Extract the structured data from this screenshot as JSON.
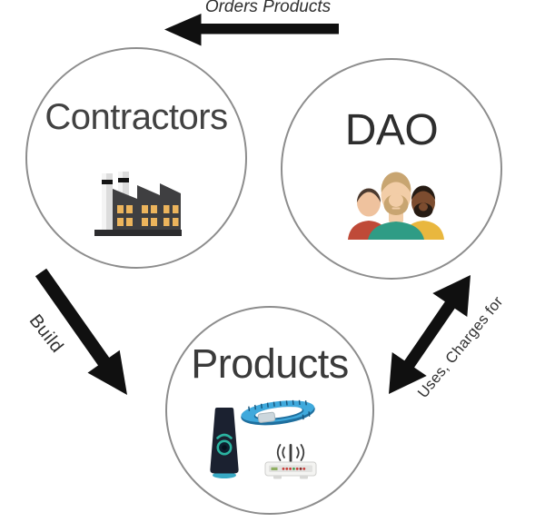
{
  "diagram": {
    "title": "DAO ecosystem diagram",
    "background": "#ffffff",
    "circle_border_color": "#8d8d8d",
    "arrow_color": "#101010",
    "nodes": {
      "contractors": {
        "label": "Contractors",
        "icon": "factory-icon"
      },
      "dao": {
        "label": "DAO",
        "icon": "team-icon"
      },
      "products": {
        "label": "Products",
        "icons": [
          "smart-speaker-icon",
          "wristband-icon",
          "router-icon"
        ]
      }
    },
    "edges": {
      "orders": {
        "label": "Orders Products",
        "style": "single-headed",
        "points_to": "contractors"
      },
      "build": {
        "label": "Build",
        "style": "single-headed",
        "points_to": "products"
      },
      "uses": {
        "label": "Uses, Charges for",
        "style": "double-headed",
        "between": [
          "products",
          "dao"
        ]
      }
    },
    "icon_palette": {
      "factory_body": "#3f3f41",
      "factory_window": "#ecb45c",
      "factory_chimney": "#dcdcdc",
      "shirt_left": "#bf4a38",
      "shirt_center": "#2f9c85",
      "shirt_right": "#e9b73e",
      "skin_light": "#f2cda7",
      "skin_dark": "#7c4c2f",
      "hair_tan": "#c8a571",
      "hair_brown": "#4a392f",
      "hair_black": "#261b13",
      "speaker_body": "#1b2130",
      "speaker_accent": "#2bb3a0",
      "band_light_blue": "#3fa9dc",
      "band_dark_blue": "#1f6f9e",
      "router_body": "#f4f4f2",
      "router_light_red": "#c83a35",
      "router_light_green": "#3f9a4a"
    }
  }
}
